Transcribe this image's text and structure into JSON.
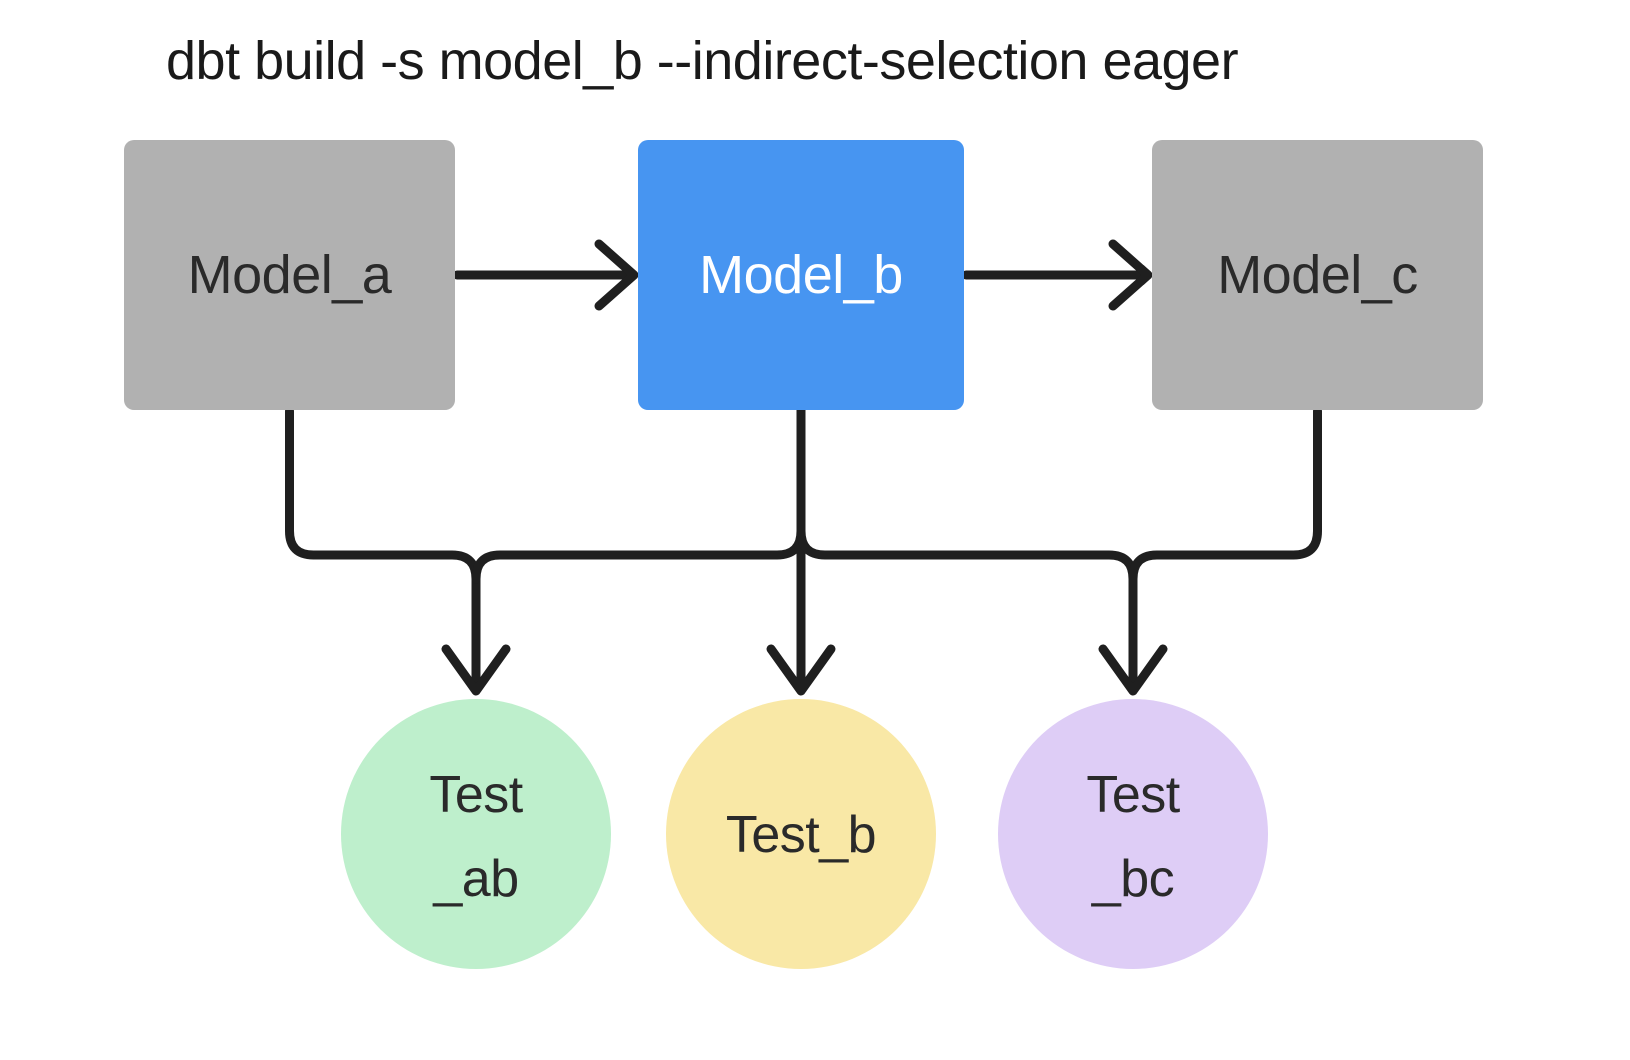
{
  "title": "dbt build -s model_b --indirect-selection eager",
  "colors": {
    "background": "#FFFFFF",
    "title_text": "#1A1A1A",
    "model_box": "#B1B1B1",
    "selected_model_box": "#4795F1",
    "model_label": "#2A2A2A",
    "selected_model_label": "#FFFFFF",
    "test_ab_fill": "#BEEFCC",
    "test_b_fill": "#F9E8A6",
    "test_bc_fill": "#DECDF6",
    "test_label": "#2A2A2A",
    "edge": "#1F1F1F"
  },
  "nodes": {
    "model_a": {
      "label": "Model_a",
      "kind": "model",
      "selected": false
    },
    "model_b": {
      "label": "Model_b",
      "kind": "model",
      "selected": true
    },
    "model_c": {
      "label": "Model_c",
      "kind": "model",
      "selected": false
    },
    "test_ab": {
      "label_line1": "Test",
      "label_line2": "_ab",
      "kind": "test"
    },
    "test_b": {
      "label": "Test_b",
      "kind": "test"
    },
    "test_bc": {
      "label_line1": "Test",
      "label_line2": "_bc",
      "kind": "test"
    }
  },
  "edges": [
    {
      "from": "model_a",
      "to": "model_b"
    },
    {
      "from": "model_b",
      "to": "model_c"
    },
    {
      "from": "model_a",
      "to": "test_ab"
    },
    {
      "from": "model_b",
      "to": "test_ab"
    },
    {
      "from": "model_b",
      "to": "test_b"
    },
    {
      "from": "model_b",
      "to": "test_bc"
    },
    {
      "from": "model_c",
      "to": "test_bc"
    }
  ]
}
